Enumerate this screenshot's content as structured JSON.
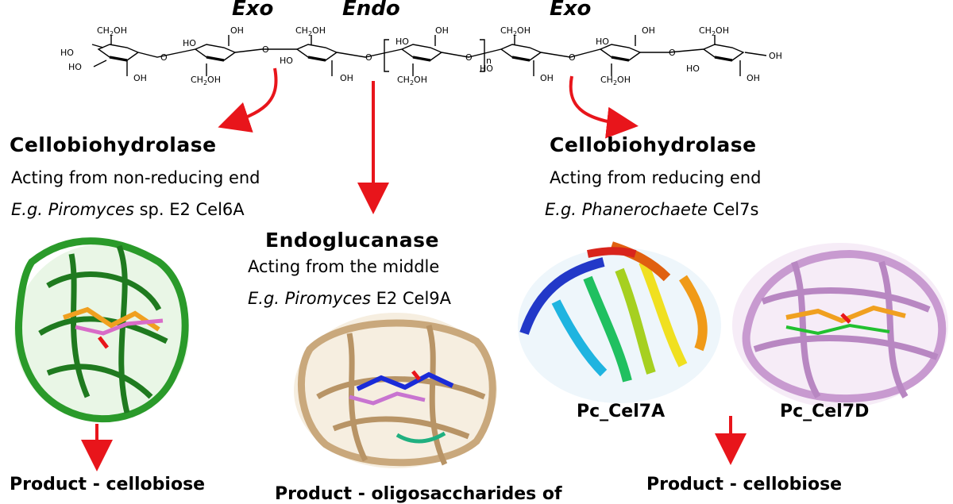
{
  "header": {
    "exo_left": "Exo",
    "endo": "Endo",
    "exo_right": "Exo"
  },
  "chain": {
    "ch2oh": "CH",
    "ch2oh_sub": "2",
    "ch2oh_tail": "OH",
    "ho": "HO",
    "oh": "OH",
    "o": "O",
    "n": "n"
  },
  "left": {
    "title": "Cellobiohydrolase",
    "desc": "Acting from non-reducing end",
    "eg_italic": "E.g. Piromyces",
    "eg_rest": " sp. E2 Cel6A",
    "product": "Product - cellobiose"
  },
  "middle": {
    "title": "Endoglucanase",
    "desc": "Acting from the middle",
    "eg_italic": "E.g. Piromyces",
    "eg_rest": " E2 Cel9A",
    "product": "Product - oligosaccharides of"
  },
  "right": {
    "title": "Cellobiohydrolase",
    "desc": "Acting from reducing end",
    "eg_italic": "E.g. Phanerochaete",
    "eg_rest": " Cel7s",
    "label_a": "Pc_Cel7A",
    "label_d": "Pc_Cel7D",
    "product": "Product - cellobiose"
  },
  "colors": {
    "arrow": "#e8151b",
    "cel6a": "#2a9a2a",
    "cel9a": "#d8b889",
    "cel7d": "#d8a8dc"
  },
  "icons": [
    "red-arrow-icon",
    "protein-structure-image"
  ]
}
